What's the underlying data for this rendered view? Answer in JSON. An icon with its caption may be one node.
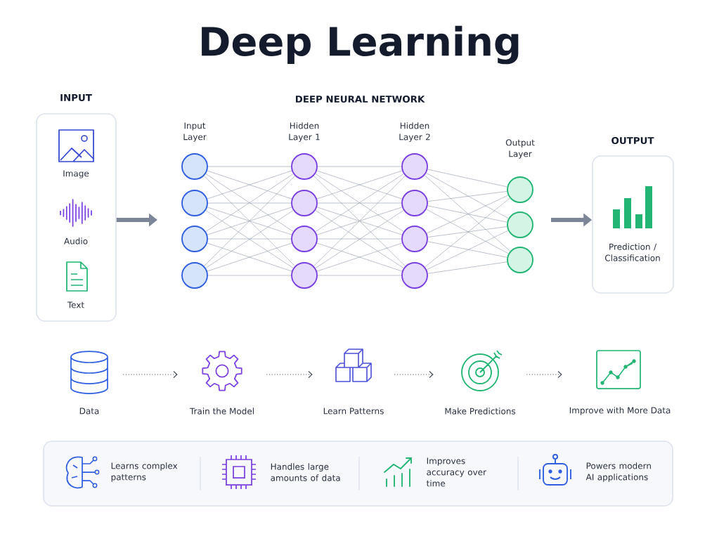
{
  "diagram": {
    "title": "Deep Learning",
    "nodes": [
      {
        "text": [
          "INPUT",
          "Image",
          "Audio",
          "Text"
        ]
      },
      {
        "text": [],
        "shape": "circle"
      },
      {
        "text": [],
        "shape": "circle"
      },
      {
        "text": [],
        "shape": "circle"
      },
      {
        "text": [],
        "shape": "circle"
      },
      {
        "text": [],
        "shape": "circle"
      },
      {
        "text": [],
        "shape": "circle"
      },
      {
        "text": [],
        "shape": "circle"
      },
      {
        "text": [],
        "shape": "circle"
      },
      {
        "text": [],
        "shape": "circle"
      },
      {
        "text": [],
        "shape": "circle"
      },
      {
        "text": [],
        "shape": "circle"
      },
      {
        "text": [],
        "shape": "circle"
      },
      {
        "text": [],
        "shape": "circle"
      },
      {
        "text": [],
        "shape": "circle"
      },
      {
        "text": [],
        "shape": "circle"
      },
      {
        "text": [
          "OUTPUT",
          "Prediction / Classification"
        ]
      },
      {
        "text": [
          "Data"
        ]
      },
      {
        "text": [
          "Train the Model"
        ]
      },
      {
        "text": [
          "Learn Patterns"
        ]
      },
      {
        "text": [
          "Make Predictions"
        ]
      },
      {
        "text": [
          "Improve with More Data"
        ]
      },
      {
        "text": [
          "Learns complex patterns",
          "Handles large amounts of data",
          "Improves accuracy over time",
          "Powers modern AI applications"
        ]
      }
    ],
    "edges": [
      {
        "from": 0,
        "to": null,
        "arrow": "to",
        "style": "thick",
        "color": "#7c8698"
      },
      {
        "from": null,
        "to": 16,
        "arrow": "to",
        "style": "thick",
        "color": "#7c8698"
      },
      {
        "from": 17,
        "to": 18,
        "arrow": "to",
        "style": "dashed",
        "color": "#3f4656"
      },
      {
        "from": 18,
        "to": 19,
        "arrow": "to",
        "style": "dashed",
        "color": "#3f4656"
      },
      {
        "from": 19,
        "to": 20,
        "arrow": "to",
        "style": "dashed",
        "color": "#3f4656"
      },
      {
        "from": 20,
        "to": 21,
        "arrow": "to",
        "style": "dashed",
        "color": "#3f4656"
      },
      {
        "from": 1,
        "to": 5,
        "arrow": "none"
      },
      {
        "from": 1,
        "to": 6,
        "arrow": "none"
      },
      {
        "from": 1,
        "to": 7,
        "arrow": "none"
      },
      {
        "from": 1,
        "to": 8,
        "arrow": "none"
      },
      {
        "from": 2,
        "to": 5,
        "arrow": "none"
      },
      {
        "from": 2,
        "to": 6,
        "arrow": "none"
      },
      {
        "from": 2,
        "to": 7,
        "arrow": "none"
      },
      {
        "from": 2,
        "to": 8,
        "arrow": "none"
      },
      {
        "from": 3,
        "to": 5,
        "arrow": "none"
      },
      {
        "from": 3,
        "to": 6,
        "arrow": "none"
      },
      {
        "from": 3,
        "to": 7,
        "arrow": "none"
      },
      {
        "from": 3,
        "to": 8,
        "arrow": "none"
      },
      {
        "from": 4,
        "to": 5,
        "arrow": "none"
      },
      {
        "from": 4,
        "to": 6,
        "arrow": "none"
      },
      {
        "from": 4,
        "to": 7,
        "arrow": "none"
      },
      {
        "from": 4,
        "to": 8,
        "arrow": "none"
      },
      {
        "from": 5,
        "to": 9,
        "arrow": "none"
      },
      {
        "from": 5,
        "to": 10,
        "arrow": "none"
      },
      {
        "from": 5,
        "to": 11,
        "arrow": "none"
      },
      {
        "from": 5,
        "to": 12,
        "arrow": "none"
      },
      {
        "from": 6,
        "to": 9,
        "arrow": "none"
      },
      {
        "from": 6,
        "to": 10,
        "arrow": "none"
      },
      {
        "from": 6,
        "to": 11,
        "arrow": "none"
      },
      {
        "from": 6,
        "to": 12,
        "arrow": "none"
      },
      {
        "from": 7,
        "to": 9,
        "arrow": "none"
      },
      {
        "from": 7,
        "to": 10,
        "arrow": "none"
      },
      {
        "from": 7,
        "to": 11,
        "arrow": "none"
      },
      {
        "from": 7,
        "to": 12,
        "arrow": "none"
      },
      {
        "from": 8,
        "to": 9,
        "arrow": "none"
      },
      {
        "from": 8,
        "to": 10,
        "arrow": "none"
      },
      {
        "from": 8,
        "to": 11,
        "arrow": "none"
      },
      {
        "from": 8,
        "to": 12,
        "arrow": "none"
      },
      {
        "from": 9,
        "to": 13,
        "arrow": "none"
      },
      {
        "from": 9,
        "to": 14,
        "arrow": "none"
      },
      {
        "from": 9,
        "to": 15,
        "arrow": "none"
      },
      {
        "from": 10,
        "to": 13,
        "arrow": "none"
      },
      {
        "from": 10,
        "to": 14,
        "arrow": "none"
      },
      {
        "from": 10,
        "to": 15,
        "arrow": "none"
      },
      {
        "from": 11,
        "to": 13,
        "arrow": "none"
      },
      {
        "from": 11,
        "to": 14,
        "arrow": "none"
      },
      {
        "from": 11,
        "to": 15,
        "arrow": "none"
      },
      {
        "from": 12,
        "to": 13,
        "arrow": "none"
      },
      {
        "from": 12,
        "to": 14,
        "arrow": "none"
      },
      {
        "from": 12,
        "to": 15,
        "arrow": "none"
      }
    ],
    "labels": [
      "DEEP NEURAL NETWORK",
      "Input Layer",
      "Hidden Layer 1",
      "Hidden Layer 2",
      "Output Layer"
    ]
  }
}
